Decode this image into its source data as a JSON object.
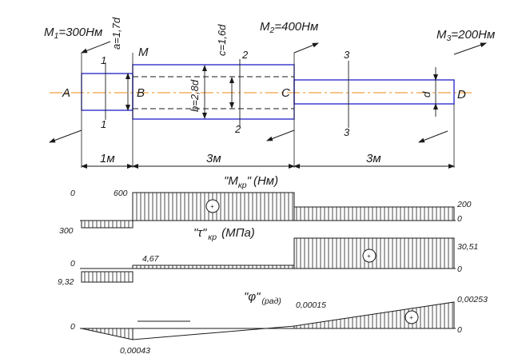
{
  "moments": {
    "m1": "M",
    "m1_sub": "1",
    "m1_val": "=300Нм",
    "m2": "M",
    "m2_sub": "2",
    "m2_val": "=400Нм",
    "m3": "M",
    "m3_sub": "3",
    "m3_val": "=200Нм"
  },
  "dimensions": {
    "a": "a=1,7d",
    "b": "b=2,8d",
    "c": "c=1,6d",
    "d": "d",
    "len1": "1м",
    "len2": "3м",
    "len3": "3м"
  },
  "points": {
    "A": "A",
    "B": "B",
    "C": "C",
    "D": "D",
    "M": "M"
  },
  "sections": {
    "s1_top": "1",
    "s1_bot": "1",
    "s2_top": "2",
    "s2_bot": "2",
    "s3_top": "3",
    "s3_bot": "3"
  },
  "torque_plot": {
    "title_q1": "\"M",
    "title_q2": "\"",
    "title_sub": "кр",
    "title_unit": "(Нм)",
    "axis_zero": "0",
    "left_value": "600",
    "right_value": "200",
    "right_zero": "0",
    "sign": "+"
  },
  "stress_plot": {
    "title_q1": "\"τ",
    "title_q2": "\"",
    "title_sub": "кр",
    "title_unit": "(МПа)",
    "axis_top": "300",
    "axis_zero": "0",
    "mid_value": "4,67",
    "right_value": "30,51",
    "right_zero": "0",
    "sign": "+"
  },
  "angle_plot": {
    "title_q1": "\"φ",
    "title_q2": "\"",
    "title_unit": "(рад)",
    "axis_top": "9,32",
    "axis_zero": "0",
    "mid_value": "0,00015",
    "bottom_value": "0,00043",
    "right_value": "0,00253",
    "right_zero": "0",
    "sign": "+"
  },
  "colors": {
    "shaft": "#2020c8",
    "axis": "#f2a040",
    "ink": "#1a1a1a"
  }
}
